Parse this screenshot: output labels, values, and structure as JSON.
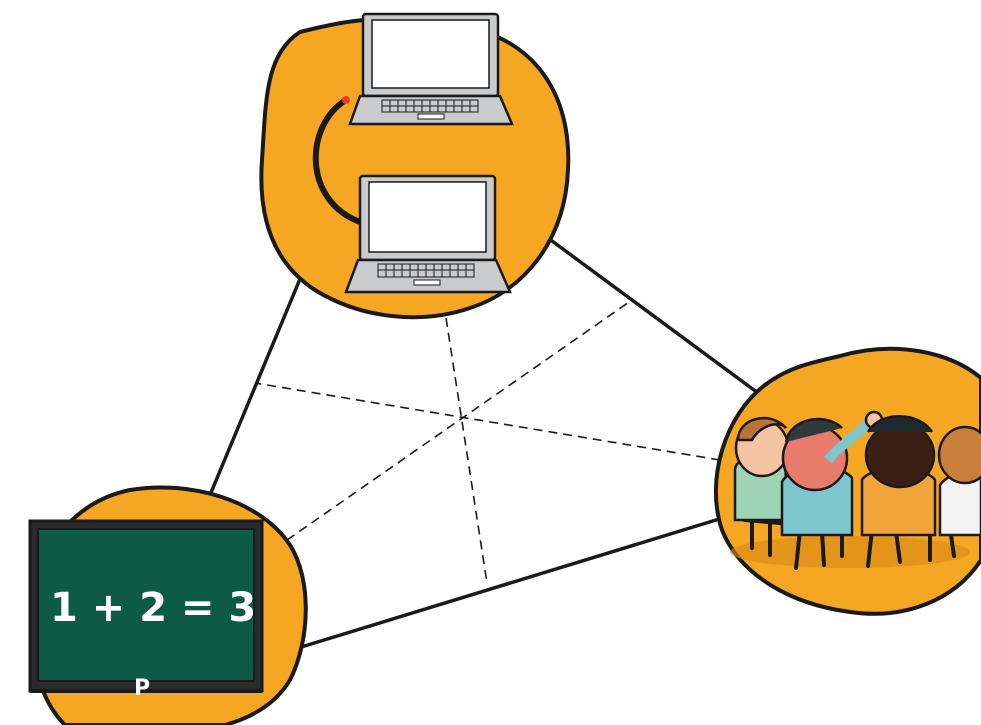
{
  "diagram": {
    "nodes": [
      {
        "id": "computers",
        "icon": "laptops-icon"
      },
      {
        "id": "classroom",
        "icon": "students-group-icon"
      },
      {
        "id": "blackboard",
        "icon": "blackboard-icon"
      }
    ],
    "edges": [
      [
        "computers",
        "classroom"
      ],
      [
        "classroom",
        "blackboard"
      ],
      [
        "blackboard",
        "computers"
      ]
    ],
    "blackboard": {
      "equation": "1 + 2 = 3",
      "bottom_mark": "P"
    },
    "colors": {
      "circle_fill": "#F5A623",
      "line": "#1a1a1a",
      "board": "#0E5B45",
      "board_frame": "#2b2b2b",
      "laptop_body": "#c9cbcd",
      "screen": "#ffffff",
      "cable": "#1a1a1a",
      "cable_dot": "#e53b2b"
    }
  }
}
